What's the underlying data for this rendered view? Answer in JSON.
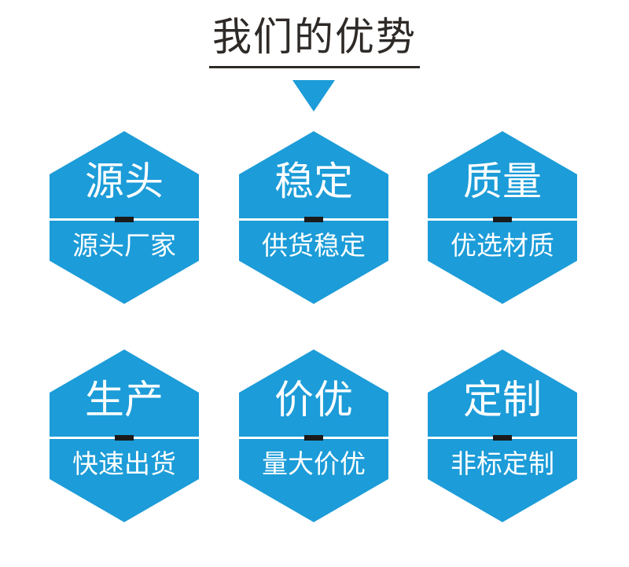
{
  "header": {
    "title": "我们的优势"
  },
  "colors": {
    "hex_fill": "#1c9cd8",
    "divider": "#ffffff",
    "divider_mark": "#1a1a1a",
    "title_text": "#2e2a27"
  },
  "features": [
    {
      "main": "源头",
      "sub": "源头厂家"
    },
    {
      "main": "稳定",
      "sub": "供货稳定"
    },
    {
      "main": "质量",
      "sub": "优选材质"
    },
    {
      "main": "生产",
      "sub": "快速出货"
    },
    {
      "main": "价优",
      "sub": "量大价优"
    },
    {
      "main": "定制",
      "sub": "非标定制"
    }
  ]
}
